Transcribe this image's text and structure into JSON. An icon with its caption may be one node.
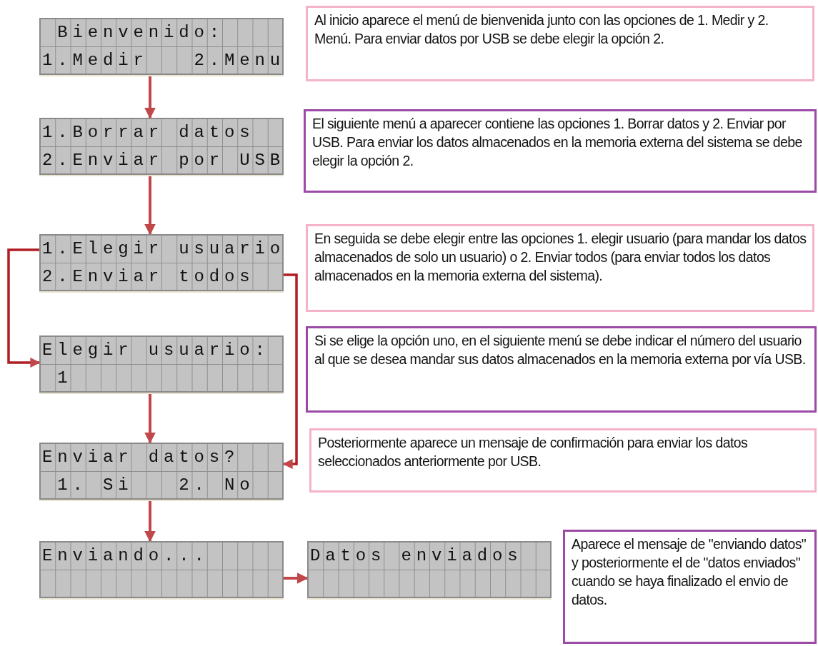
{
  "diagram": {
    "nodes": [
      {
        "text": [
          " Bienvenido:",
          "1.Medir   2.Menu"
        ]
      },
      {
        "text": [
          "1.Borrar datos",
          "2.Enviar por USB"
        ]
      },
      {
        "text": [
          "1.Elegir usuario",
          "2.Enviar todos"
        ]
      },
      {
        "text": [
          "Elegir usuario:",
          " 1"
        ]
      },
      {
        "text": [
          "Enviar datos?",
          " 1. Si   2. No"
        ]
      },
      {
        "text": [
          "Enviando..."
        ]
      },
      {
        "text": [
          "Datos enviados"
        ]
      },
      {
        "text": [
          "Al inicio aparece el menú de bienvenida junto con las opciones de 1. Medir y 2. Menú. Para enviar datos por USB se debe elegir la opción 2."
        ]
      },
      {
        "text": [
          "El siguiente menú a aparecer contiene las opciones 1. Borrar datos y 2. Enviar por USB. Para enviar los datos almacenados en la memoria externa del sistema se debe elegir la opción 2."
        ]
      },
      {
        "text": [
          "En seguida se debe elegir entre las opciones 1. elegir usuario (para mandar los datos almacenados de solo un usuario) o 2. Enviar todos (para enviar todos los datos almacenados en la memoria externa del sistema)."
        ]
      },
      {
        "text": [
          "Si se elige la opción uno, en el siguiente menú se debe indicar el número del usuario al que se desea mandar sus datos almacenados en la memoria externa por vía USB."
        ]
      },
      {
        "text": [
          "Posteriormente aparece un mensaje de confirmación para enviar los datos seleccionados anteriormente por USB."
        ]
      },
      {
        "text": [
          "Aparece el mensaje de \"enviando datos\" y posteriormente el de \"datos enviados\" cuando se haya finalizado el envio de datos."
        ]
      }
    ],
    "edges": [
      {
        "from": 0,
        "to": 1,
        "arrow": "to"
      },
      {
        "from": 1,
        "to": 2,
        "arrow": "to"
      },
      {
        "from": 2,
        "to": 3,
        "arrow": "to"
      },
      {
        "from": 2,
        "to": 4,
        "arrow": "to"
      },
      {
        "from": 3,
        "to": 4,
        "arrow": "to"
      },
      {
        "from": 4,
        "to": 5,
        "arrow": "to"
      },
      {
        "from": 5,
        "to": 6,
        "arrow": "to"
      }
    ]
  }
}
